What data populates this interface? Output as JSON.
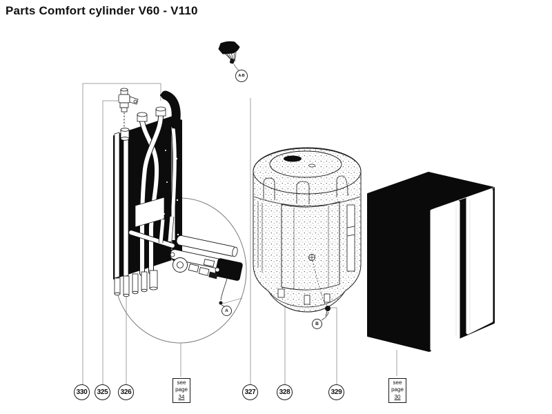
{
  "title": "Parts Comfort cylinder V60 - V110",
  "callouts": [
    {
      "label": "330"
    },
    {
      "label": "325"
    },
    {
      "label": "326"
    },
    {
      "label": "327"
    },
    {
      "label": "328"
    },
    {
      "label": "329"
    }
  ],
  "markers": {
    "ab": "A-B",
    "a": "A",
    "b": "B"
  },
  "pages": [
    {
      "line1": "see",
      "line2": "page",
      "number": "34"
    },
    {
      "line1": "see",
      "line2": "page",
      "number": "30"
    }
  ],
  "colors": {
    "ink": "#111111",
    "leader": "#a0a0a0",
    "fill_black": "#0c0c0c",
    "paper": "#ffffff"
  }
}
